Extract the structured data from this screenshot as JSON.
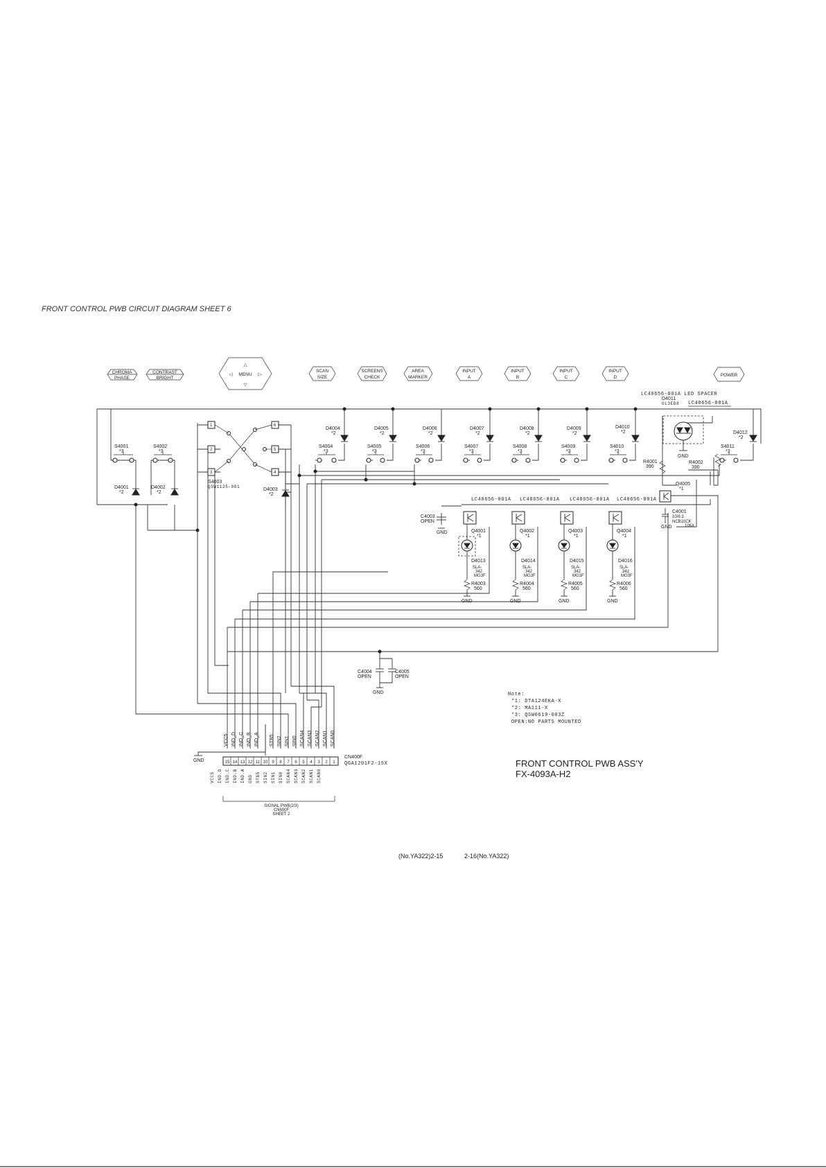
{
  "sheet_title": "FRONT CONTROL PWB CIRCUIT DIAGRAM SHEET 6",
  "buttons": [
    {
      "line1": "CHROMA",
      "line2": "PHASE"
    },
    {
      "line1": "CONTRAST",
      "line2": "BRIGHT"
    },
    {
      "line1": "MENU",
      "line2": ""
    },
    {
      "line1": "SCAN",
      "line2": "SIZE"
    },
    {
      "line1": "SCREENS",
      "line2": "CHECK"
    },
    {
      "line1": "AREA",
      "line2": "MARKER"
    },
    {
      "line1": "INPUT",
      "line2": "A"
    },
    {
      "line1": "INPUT",
      "line2": "B"
    },
    {
      "line1": "INPUT",
      "line2": "C"
    },
    {
      "line1": "INPUT",
      "line2": "D"
    },
    {
      "line1": "POWER",
      "line2": ""
    }
  ],
  "labels": {
    "led_spacer": "LC40656-001A  LED SPACER",
    "d4011": "D4011",
    "d4011_part": "GL3ED8",
    "d4011_spacer": "LC40656-001A",
    "spacer": "LC40656-001A",
    "s4003": "S4003",
    "s4003_part": "QSW1125-001",
    "q4005": "Q4005",
    "c4001": "C4001",
    "c4001_val": "10/6.3",
    "c4001_part": "NCB10CK",
    "c4001_part2": "106X",
    "c4003": "C4003",
    "c4004": "C4004",
    "c4005": "C4005",
    "open": "OPEN",
    "gnd": "GND",
    "r4001": "R4001",
    "r4002": "R4002",
    "r4001_val": "390",
    "r4002_val": "390",
    "d4012": "D4012",
    "mark1": "*1",
    "mark2": "*2",
    "mark3": "*3",
    "sla": "SLA-",
    "sla_num": "342",
    "sla_suffix": "MG3F",
    "r_val": "560"
  },
  "switches": [
    "S4001",
    "S4002",
    "S4004",
    "S4005",
    "S4006",
    "S4007",
    "S4008",
    "S4009",
    "S4010",
    "S4011"
  ],
  "diodes_top": [
    "D4004",
    "D4005",
    "D4006",
    "D4007",
    "D4008",
    "D4009",
    "D4010"
  ],
  "diodes_bottom": [
    "D4001",
    "D4002",
    "D4003"
  ],
  "transistors": [
    "Q4001",
    "Q4002",
    "Q4003",
    "Q4004"
  ],
  "leds": [
    "D4013",
    "D4014",
    "D4015",
    "D4016"
  ],
  "resistors": [
    "R4003",
    "R4004",
    "R4005",
    "R4006"
  ],
  "signals": [
    "VCC5",
    "IND_D",
    "IND_C",
    "IND_B",
    "IND_A",
    "",
    "STB5",
    "SIN2",
    "SIN1",
    "SIN0",
    "SCAN4",
    "SCAN3",
    "SCAN2",
    "SCAN1",
    "SCAN0"
  ],
  "pins": [
    "15",
    "14",
    "13",
    "12",
    "11",
    "10",
    "9",
    "8",
    "7",
    "6",
    "5",
    "4",
    "3",
    "2",
    "1"
  ],
  "pin_names": [
    "VCC5",
    "IND.D",
    "IND.C",
    "IND.B",
    "IND.A",
    "GND",
    "STB5",
    "SIN2",
    "SIN1",
    "SIN0",
    "SCAN4",
    "SCAN3",
    "SCAN2",
    "SCAN1",
    "SCAN0"
  ],
  "connector": {
    "name": "CN400F",
    "part": "QGA1201F2-15X",
    "bracket_line1": "SIGNAL PWB(2/3)",
    "bracket_line2": "CN600F",
    "bracket_line3": "SHEET 2"
  },
  "notes": {
    "title": "Note:",
    "lines": [
      "*1: DTA124EKA-X",
      "*2: MA111-X",
      "*3: QSW0619-003Z",
      "OPEN:NO PARTS MOUNTED"
    ]
  },
  "assembly": {
    "line1": "FRONT CONTROL PWB ASS'Y",
    "line2": "FX-4093A-H2"
  },
  "footer": {
    "left": "(No.YA322)2-15",
    "right": "2-16(No.YA322)"
  }
}
